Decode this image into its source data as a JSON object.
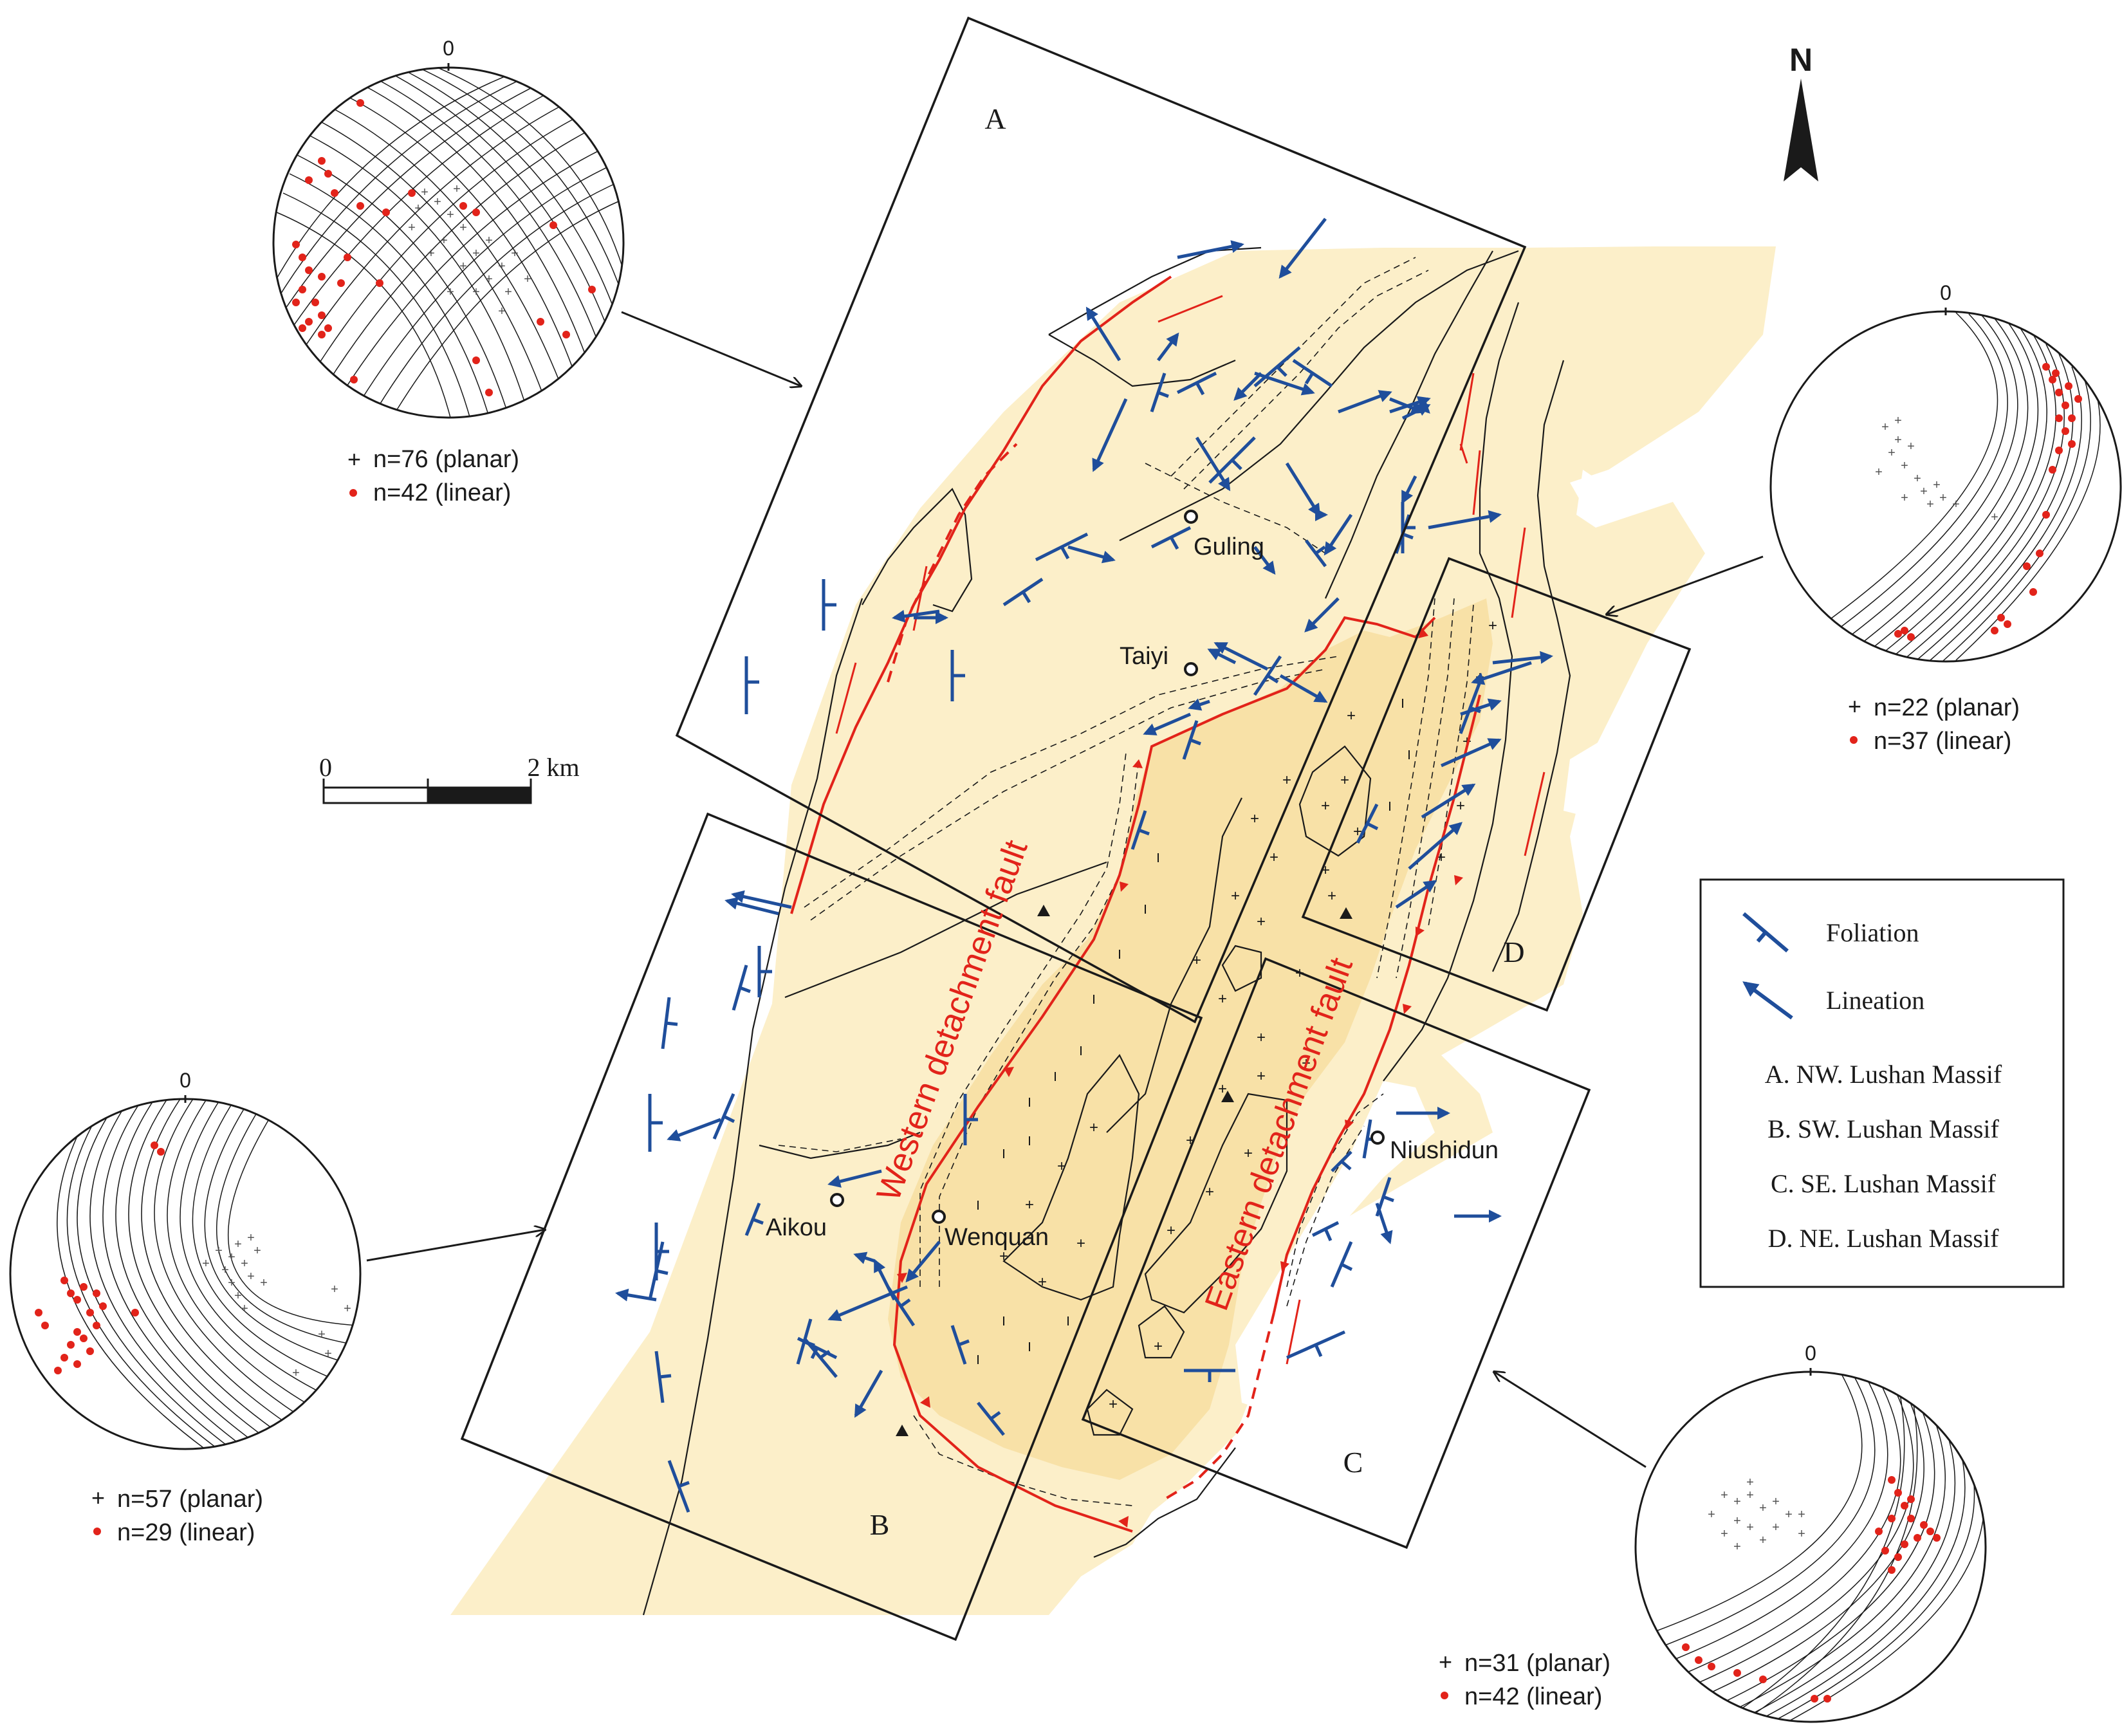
{
  "north_label": "N",
  "scale": {
    "zero": "0",
    "distance": "2 km"
  },
  "blocks": {
    "a": "A",
    "b": "B",
    "c": "C",
    "d": "D"
  },
  "places": {
    "guling": "Guling",
    "taiyi": "Taiyi",
    "aikou": "Aikou",
    "wenquan": "Wenquan",
    "niushidun": "Niushidun"
  },
  "faults": {
    "western": "Western detachment fault",
    "eastern": "Eastern detachment fault"
  },
  "legend": {
    "foliation": "Foliation",
    "lineation": "Lineation",
    "block_a": "A. NW. Lushan Massif",
    "block_b": "B. SW. Lushan Massif",
    "block_c": "C. SE. Lushan Massif",
    "block_d": "D. NE. Lushan Massif"
  },
  "stereonets": {
    "nw": {
      "zero": "0",
      "planar": "n=76 (planar)",
      "linear": "n=42 (linear)"
    },
    "ne": {
      "zero": "0",
      "planar": "n=22 (planar)",
      "linear": "n=37 (linear)"
    },
    "sw": {
      "zero": "0",
      "planar": "n=57 (planar)",
      "linear": "n=29 (linear)"
    },
    "se": {
      "zero": "0",
      "planar": "n=31 (planar)",
      "linear": "n=42 (linear)"
    }
  },
  "colors": {
    "outer_unit": "#fcefc9",
    "inner_unit": "#f8e1a7",
    "fault": "#e2231a",
    "structure": "#1f4e9b",
    "linework": "#1a1a1a"
  }
}
